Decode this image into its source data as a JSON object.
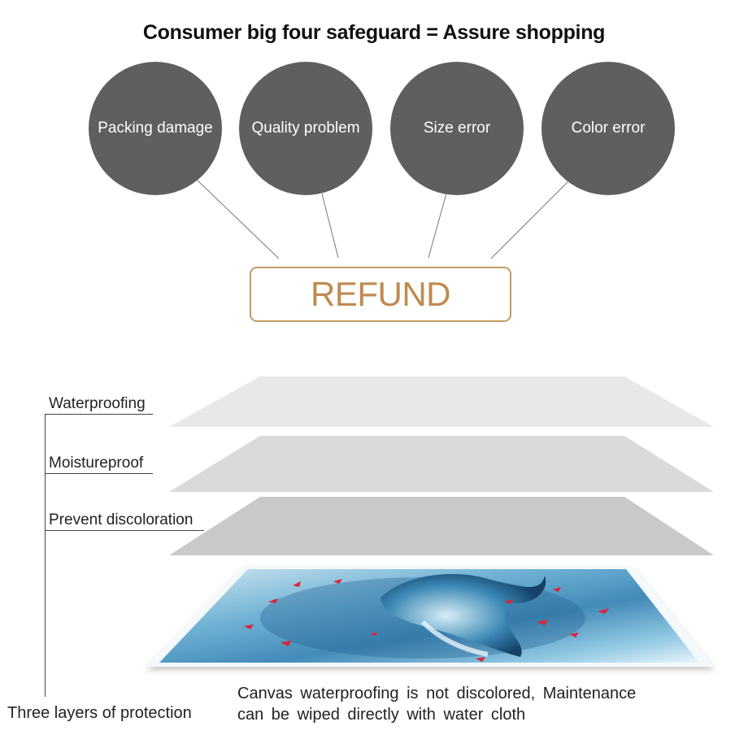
{
  "title": "Consumer big four safeguard = Assure shopping",
  "circles": [
    {
      "label": "Packing  damage"
    },
    {
      "label": "Quality  problem"
    },
    {
      "label": "Size  error"
    },
    {
      "label": "Color  error"
    }
  ],
  "refund_label": "REFUND",
  "layers": [
    {
      "label": "Waterproofing",
      "color": "#e8e8e8"
    },
    {
      "label": "Moistureproof",
      "color": "#dadada"
    },
    {
      "label": "Prevent  discoloration",
      "color": "#c9c9c9"
    }
  ],
  "protection_label": "Three layers of protection",
  "caption": {
    "line1": "Canvas  waterproofing  is  not  discolored,  Maintenance",
    "line2": "can  be  wiped  directly  with  water  cloth"
  },
  "colors": {
    "circle": "#5f5f5f",
    "refund_border": "#c49a66",
    "refund_text": "#c08a50"
  }
}
